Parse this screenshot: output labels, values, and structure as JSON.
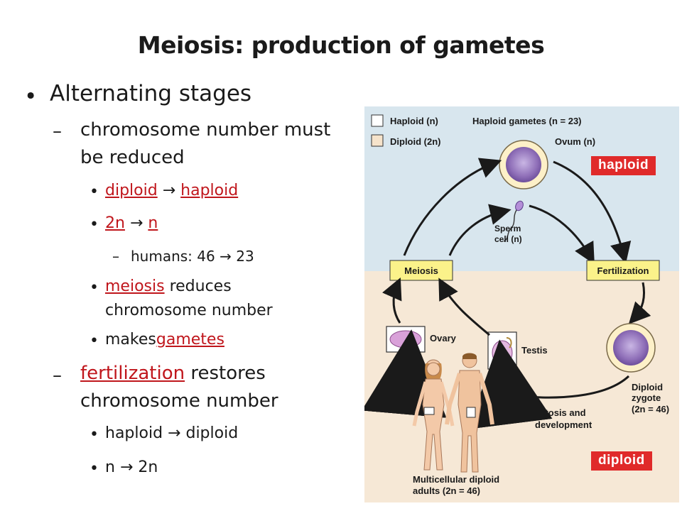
{
  "slide": {
    "title": "Meiosis: production of gametes",
    "bullets": {
      "b1": "Alternating stages",
      "b1_1_line1": "chromosome number must",
      "b1_1_line2": "be reduced",
      "diploid": "diploid",
      "arrow": "→",
      "haploid": "haploid",
      "two_n": "2n",
      "n": "n",
      "humans": "humans: 46",
      "twenty_three": "23",
      "meiosis": "meiosis",
      "reduces": "reduces",
      "chromosome_number": "chromosome number",
      "makes": "makes",
      "gametes": "gametes",
      "fertilization": "fertilization",
      "restores": "restores",
      "chromosome_number2": "chromosome number",
      "haploid_plain": "haploid",
      "diploid_plain": "diploid",
      "n_plain": "n",
      "two_n_plain": "2n"
    }
  },
  "figure": {
    "legend_haploid": "Haploid (n)",
    "legend_diploid": "Diploid (2n)",
    "haploid_gametes": "Haploid gametes (n = 23)",
    "ovum": "Ovum (n)",
    "sperm_line1": "Sperm",
    "sperm_line2": "cell (n)",
    "meiosis_box": "Meiosis",
    "fertilization_box": "Fertilization",
    "ovary": "Ovary",
    "testis": "Testis",
    "zygote_line1": "Diploid",
    "zygote_line2": "zygote",
    "zygote_line3": "(2n = 46)",
    "mitosis_line1": "Mitosis and",
    "mitosis_line2": "development",
    "adults_line1": "Multicellular diploid",
    "adults_line2": "adults (2n = 46)",
    "tag_haploid": "haploid",
    "tag_diploid": "diploid",
    "colors": {
      "haploid_bg": "#d8e6ee",
      "diploid_bg": "#f6e8d6",
      "box_fill": "#fbf28a",
      "tag_red": "#e02a2a",
      "cell_purple": "#8f6fb8"
    }
  }
}
